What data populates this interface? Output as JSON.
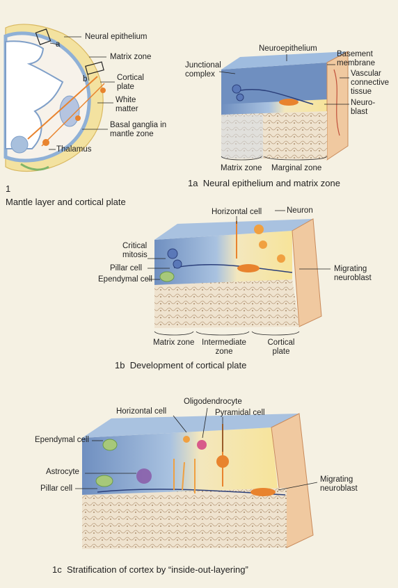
{
  "fig1": {
    "number": "1",
    "caption": "Mantle layer and cortical plate",
    "labels": {
      "neural_epithelium": "Neural epithelium",
      "matrix_zone": "Matrix zone",
      "cortical_plate": "Cortical plate",
      "white_matter": "White matter",
      "basal_ganglia": "Basal ganglia in mantle zone",
      "thalamus": "Thalamus",
      "marker_a": "a",
      "marker_b": "b"
    }
  },
  "fig1a": {
    "number": "1a",
    "caption": "Neural epithelium and matrix zone",
    "labels": {
      "neuroepithelium": "Neuroepithelium",
      "junctional_complex": "Junctional complex",
      "basement_membrane": "Basement membrane",
      "vascular_tissue": "Vascular connective tissue",
      "neuroblast": "Neuro- blast",
      "matrix_zone": "Matrix zone",
      "marginal_zone": "Marginal zone"
    }
  },
  "fig1b": {
    "number": "1b",
    "caption": "Development of cortical plate",
    "labels": {
      "horizontal_cell": "Horizontal cell",
      "neuron": "Neuron",
      "critical_mitosis": "Critical mitosis",
      "pillar_cell": "Pillar cell",
      "ependymal_cell": "Ependymal cell",
      "migrating_neuroblast": "Migrating neuroblast",
      "matrix_zone": "Matrix zone",
      "intermediate_zone": "Intermediate zone",
      "cortical_plate": "Cortical plate"
    }
  },
  "fig1c": {
    "number": "1c",
    "caption": "Stratification of cortex by “inside-out-layering”",
    "labels": {
      "horizontal_cell": "Horizontal cell",
      "oligodendrocyte": "Oligodendrocyte",
      "pyramidal_cell": "Pyramidal cell",
      "ependymal_cell": "Ependymal cell",
      "astrocyte": "Astrocyte",
      "pillar_cell": "Pillar cell",
      "migrating_neuroblast": "Migrating neuroblast"
    }
  },
  "colors": {
    "page": "#f5f1e3",
    "epithelium_blue": "#7f9fc8",
    "matrix_light_blue": "#c5d6ea",
    "cortex_yellow": "#f6e7a6",
    "neuroblast_orange": "#e8832e",
    "vascular_red": "#e07a5a",
    "section_tan": "#d7c3a6",
    "pink_cell": "#d85a8a",
    "astrocyte_purple": "#8a5aa8"
  }
}
